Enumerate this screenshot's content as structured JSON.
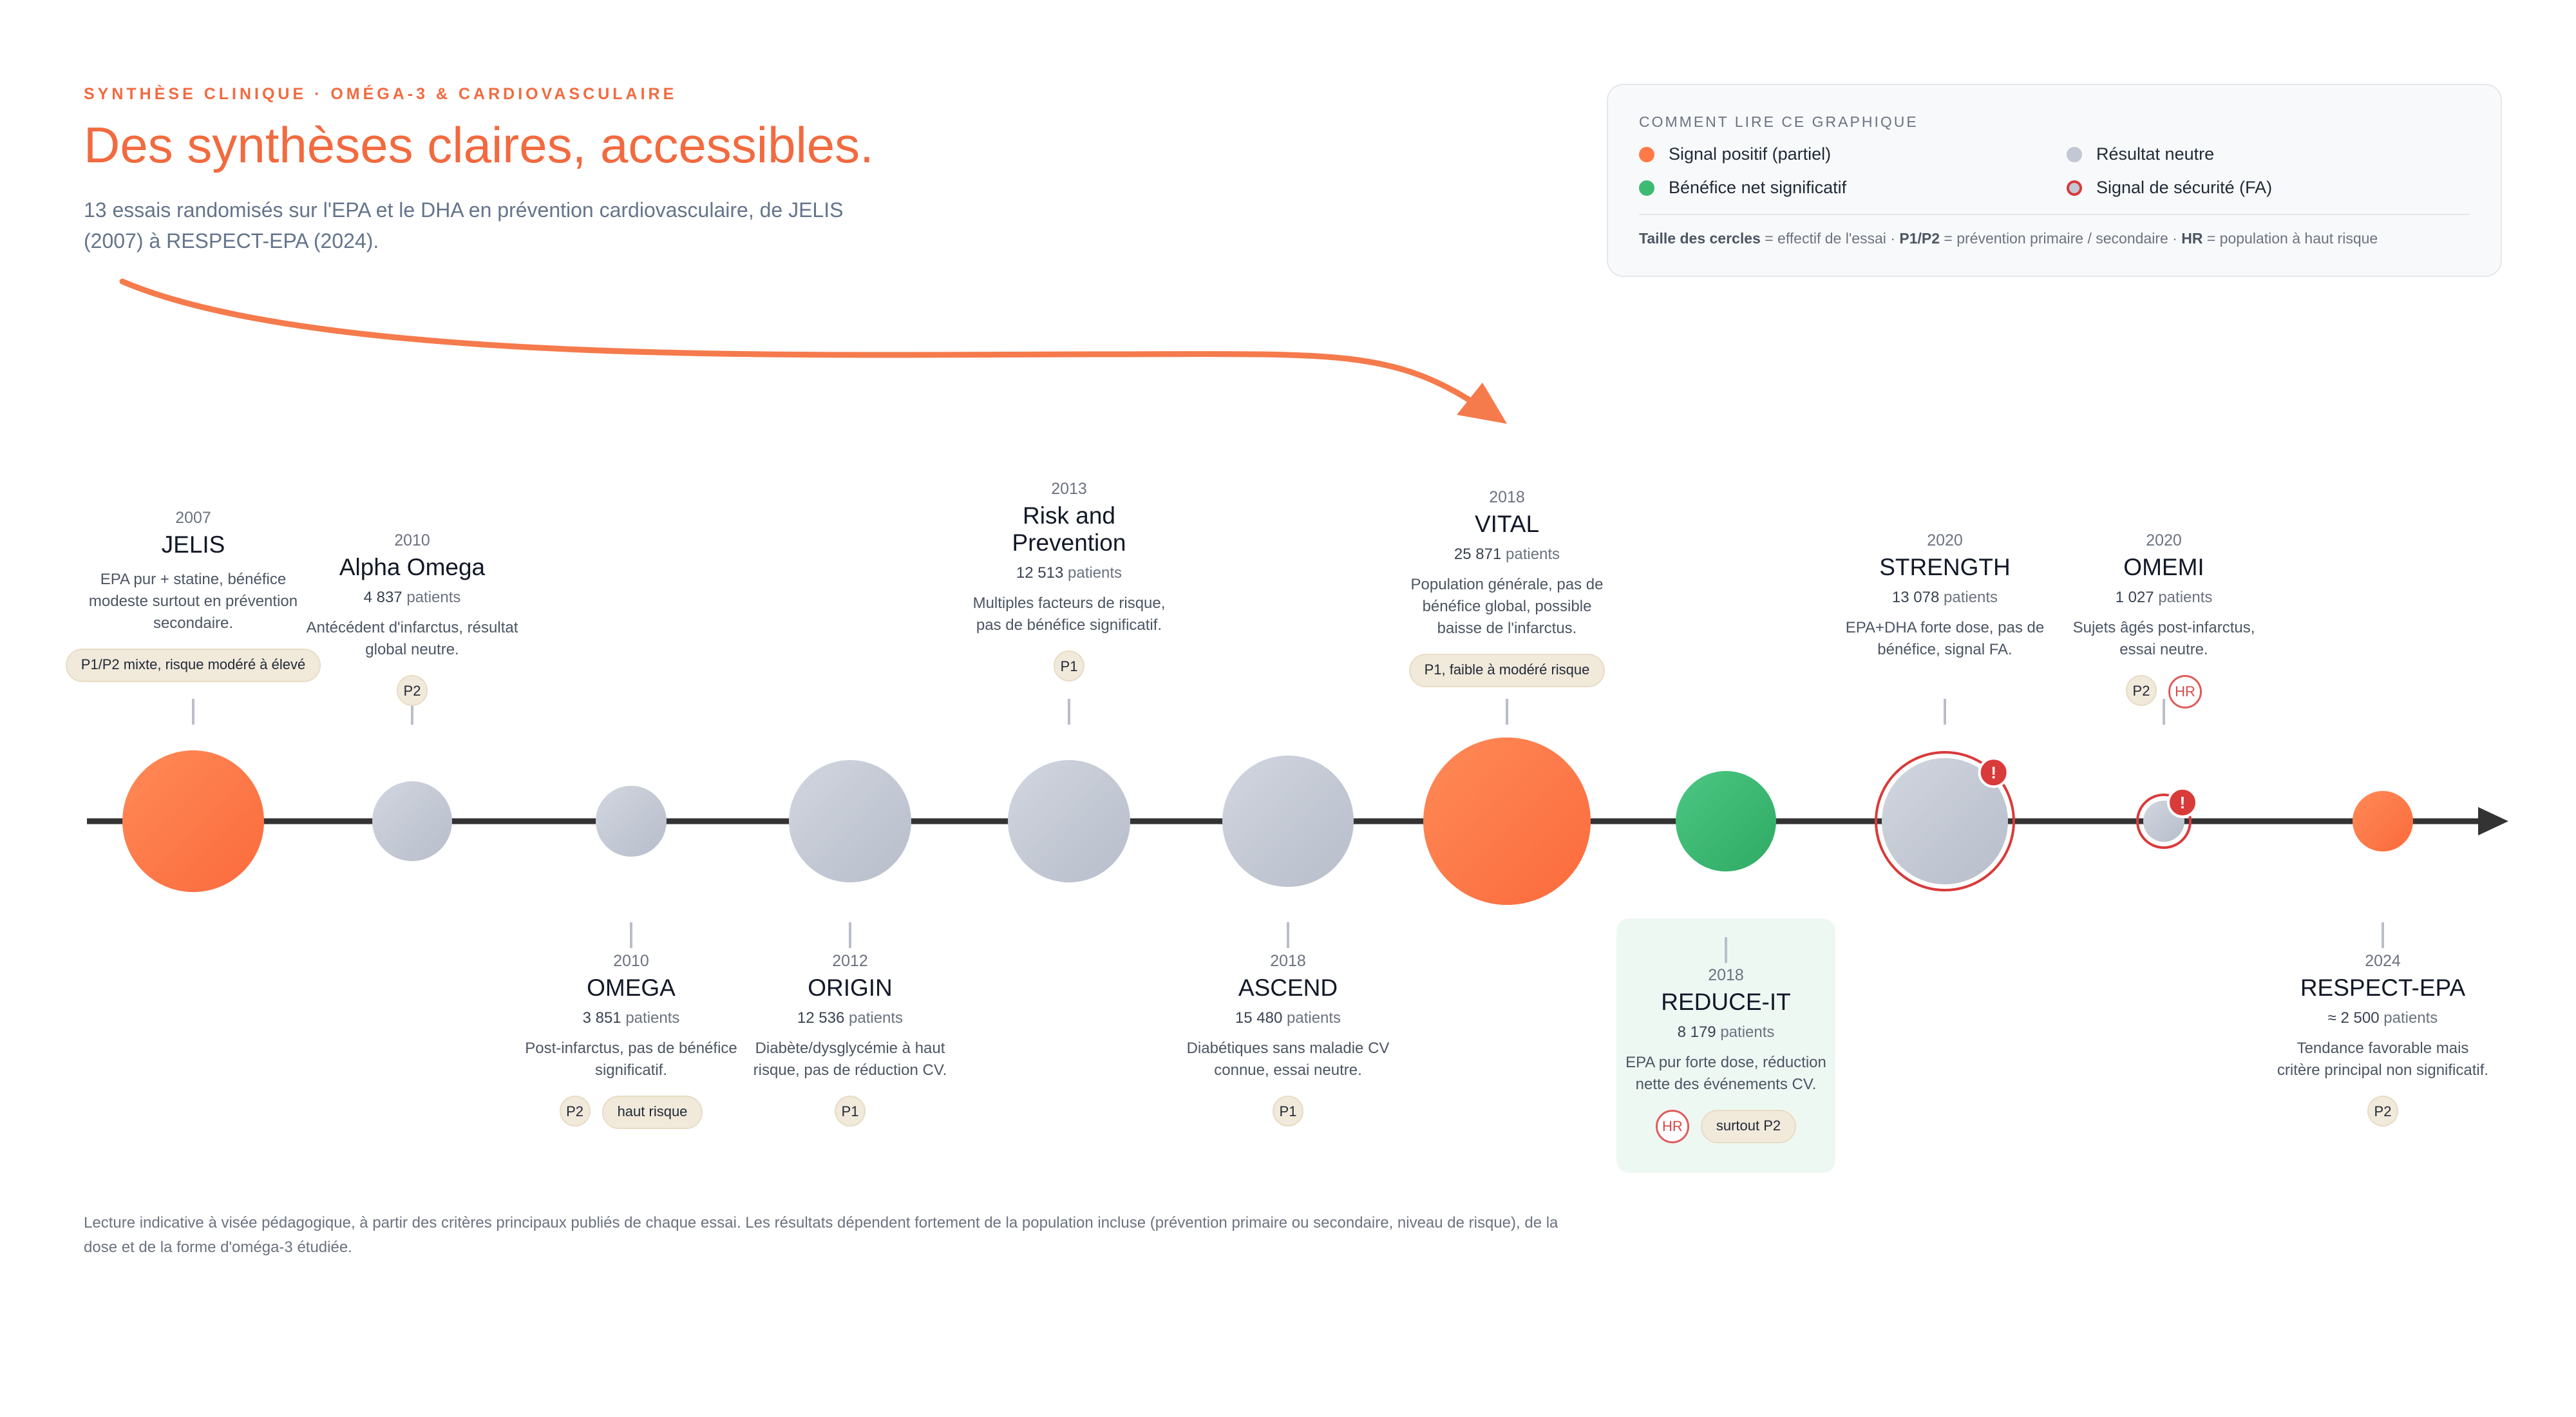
{
  "header": {
    "kicker": "SYNTHÈSE CLINIQUE · OMÉGA-3 & CARDIOVASCULAIRE",
    "title": "Des synthèses claires, accessibles.",
    "subtitle": "13 essais randomisés sur l'EPA et le DHA en prévention cardiovasculaire, de JELIS (2007) à RESPECT-EPA (2024)."
  },
  "legend": {
    "title": "COMMENT LIRE CE GRAPHIQUE",
    "items": {
      "positive": "Signal positif (partiel)",
      "neutral": "Résultat neutre",
      "net_benefit": "Bénéfice net significatif",
      "safety": "Signal de sécurité (FA)"
    },
    "note": {
      "k1": "Taille des cercles",
      "v1": " = effectif de l'essai  ·  ",
      "k2": "P1/P2",
      "v2": " = prévention primaire / secondaire  ·  ",
      "k3": "HR",
      "v3": " = population à haut risque"
    }
  },
  "colors": {
    "accent": "#f26a3f",
    "positive": "#ff7a47",
    "neutral": "#c2c8d4",
    "net_benefit": "#3dba74",
    "safety": "#d93a3a",
    "axis": "#333333"
  },
  "trials": [
    {
      "year": "2007",
      "name": "JELIS",
      "patients_num": "",
      "patients_label": "",
      "desc": "EPA pur + statine, bénéfice modeste surtout en prévention secondaire.",
      "tags": [
        "P1/P2 mixte, risque modéré à élevé"
      ],
      "hr": false,
      "result": "positive",
      "safety": false
    },
    {
      "year": "2010",
      "name": "Alpha Omega",
      "patients_num": "4 837",
      "patients_label": "patients",
      "desc": "Antécédent d'infarctus, résultat global neutre.",
      "tags": [
        "P2"
      ],
      "hr": false,
      "result": "neutral",
      "safety": false
    },
    {
      "year": "2010",
      "name": "OMEGA",
      "patients_num": "3 851",
      "patients_label": "patients",
      "desc": "Post-infarctus, pas de bénéfice significatif.",
      "tags": [
        "P2",
        "haut risque"
      ],
      "hr": false,
      "result": "neutral",
      "safety": false
    },
    {
      "year": "2012",
      "name": "ORIGIN",
      "patients_num": "12 536",
      "patients_label": "patients",
      "desc": "Diabète/dysglycémie à haut risque, pas de réduction CV.",
      "tags": [
        "P1"
      ],
      "hr": false,
      "result": "neutral",
      "safety": false
    },
    {
      "year": "2013",
      "name": "Risk and Prevention",
      "patients_num": "12 513",
      "patients_label": "patients",
      "desc": "Multiples facteurs de risque, pas de bénéfice significatif.",
      "tags": [
        "P1"
      ],
      "hr": false,
      "result": "neutral",
      "safety": false
    },
    {
      "year": "2018",
      "name": "ASCEND",
      "patients_num": "15 480",
      "patients_label": "patients",
      "desc": "Diabétiques sans maladie CV connue, essai neutre.",
      "tags": [
        "P1"
      ],
      "hr": false,
      "result": "neutral",
      "safety": false
    },
    {
      "year": "2018",
      "name": "VITAL",
      "patients_num": "25 871",
      "patients_label": "patients",
      "desc": "Population générale, pas de bénéfice global, possible baisse de l'infarctus.",
      "tags": [
        "P1, faible à modéré risque"
      ],
      "hr": false,
      "result": "positive",
      "safety": false
    },
    {
      "year": "2018",
      "name": "REDUCE-IT",
      "patients_num": "8 179",
      "patients_label": "patients",
      "desc": "EPA pur forte dose, réduction nette des événements CV.",
      "tags": [
        "surtout P2"
      ],
      "hr": true,
      "result": "net_benefit",
      "safety": false
    },
    {
      "year": "2020",
      "name": "STRENGTH",
      "patients_num": "13 078",
      "patients_label": "patients",
      "desc": "EPA+DHA forte dose, pas de bénéfice, signal FA.",
      "tags": [],
      "hr": false,
      "result": "neutral",
      "safety": true
    },
    {
      "year": "2020",
      "name": "OMEMI",
      "patients_num": "1 027",
      "patients_label": "patients",
      "desc": "Sujets âgés post-infarctus, essai neutre.",
      "tags": [
        "P2"
      ],
      "hr": true,
      "result": "neutral",
      "safety": true
    },
    {
      "year": "2024",
      "name": "RESPECT-EPA",
      "patients_num": "≈ 2 500",
      "patients_label": "patients",
      "desc": "Tendance favorable mais critère principal non significatif.",
      "tags": [
        "P2"
      ],
      "hr": false,
      "result": "positive",
      "safety": false
    }
  ],
  "safety_mark": "!",
  "hr_label": "HR",
  "footnote": "Lecture indicative à visée pédagogique, à partir des critères principaux publiés de chaque essai. Les résultats dépendent fortement de la population incluse (prévention primaire ou secondaire, niveau de risque), de la dose et de la forme d'oméga-3 étudiée."
}
